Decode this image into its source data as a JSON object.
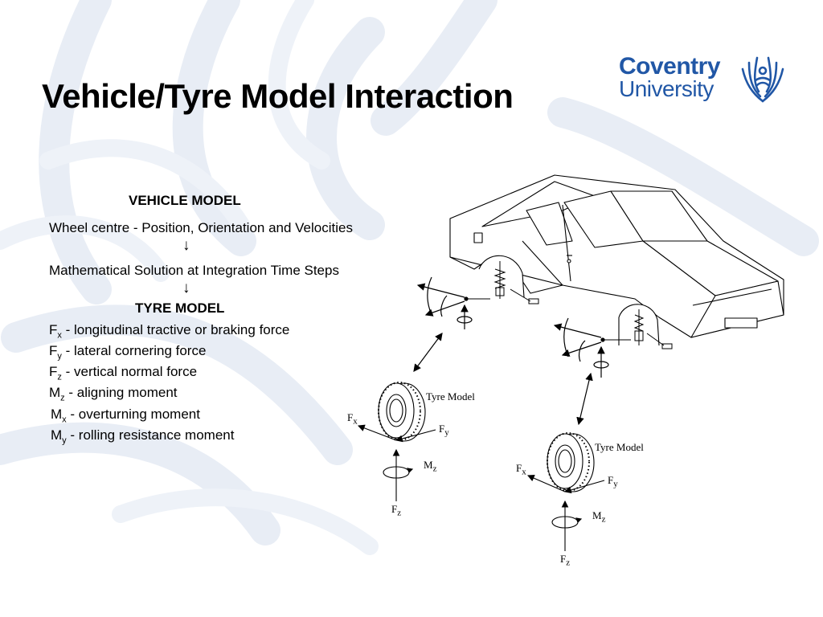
{
  "title": "Vehicle/Tyre Model Interaction",
  "logo": {
    "line1": "Coventry",
    "line2": "University"
  },
  "text_block": {
    "vehicle_heading": "VEHICLE MODEL",
    "line1": "Wheel centre - Position, Orientation and Velocities",
    "arrow1": "↓",
    "line2": "Mathematical  Solution at Integration Time Steps",
    "arrow2": "↓",
    "tyre_heading": "TYRE MODEL",
    "forces": [
      {
        "sym": "F",
        "sub": "x",
        "desc": " - longitudinal tractive or braking force"
      },
      {
        "sym": "F",
        "sub": "y",
        "desc": " - lateral cornering force"
      },
      {
        "sym": "F",
        "sub": "z",
        "desc": " - vertical normal force"
      },
      {
        "sym": "M",
        "sub": "z",
        "desc": " - aligning moment"
      },
      {
        "sym": "M",
        "sub": "x",
        "desc": " - overturning moment"
      },
      {
        "sym": "M",
        "sub": "y",
        "desc": " - rolling resistance moment"
      }
    ]
  },
  "diagram": {
    "tyre_model_label": "Tyre Model",
    "fx": {
      "sym": "F",
      "sub": "x"
    },
    "fy": {
      "sym": "F",
      "sub": "y"
    },
    "fz": {
      "sym": "F",
      "sub": "z"
    },
    "mz": {
      "sym": "M",
      "sub": "z"
    }
  },
  "colors": {
    "brand": "#2157a6",
    "background_swirl": "#e6ecf4"
  }
}
